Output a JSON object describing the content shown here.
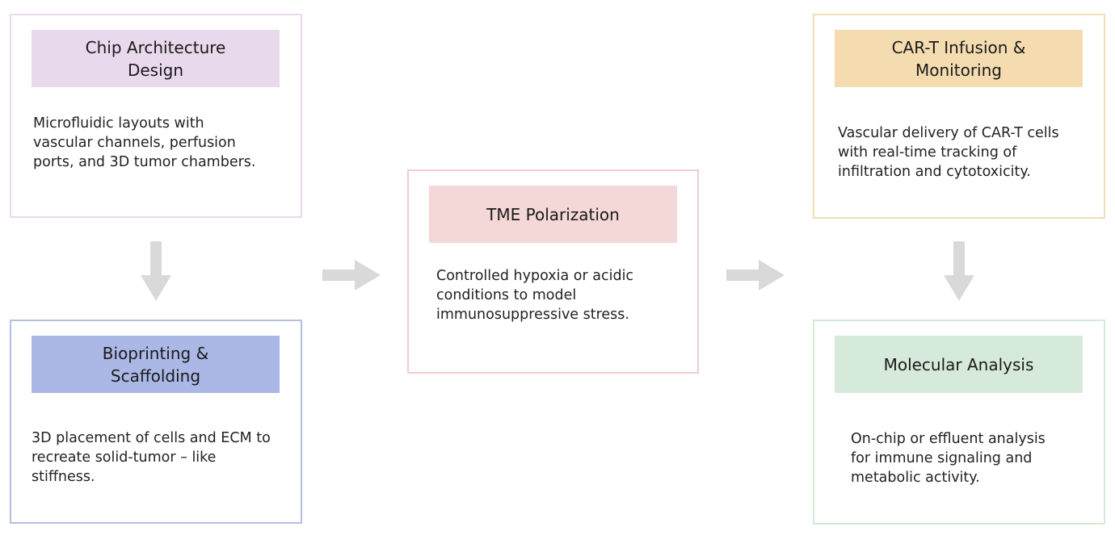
{
  "colors": {
    "chip_border": "#ecd9ee",
    "chip_title_bg": "#e9d9ec",
    "bio_border": "#b4bee0",
    "bio_title_bg": "#abb8e6",
    "tme_border": "#f2cccc",
    "tme_title_bg": "#f4d7d7",
    "cart_border": "#f1dfb3",
    "cart_title_bg": "#f4dcb0",
    "mol_border": "#d5ead6",
    "mol_title_bg": "#d6eadb",
    "arrow": "#d9d9d9"
  },
  "steps": {
    "chip": {
      "title": "Chip Architecture\nDesign",
      "description": "Microfluidic layouts with\nvascular channels, perfusion\nports, and 3D tumor chambers."
    },
    "bio": {
      "title": "Bioprinting &\nScaffolding",
      "description": "3D placement of cells and ECM to\nrecreate solid-tumor – like\nstiffness."
    },
    "tme": {
      "title": "TME Polarization",
      "description": "Controlled hypoxia or acidic\nconditions to model\nimmunosuppressive stress."
    },
    "cart": {
      "title": "CAR-T Infusion &\nMonitoring",
      "description": "Vascular delivery of CAR-T cells\nwith real-time tracking of\ninfiltration and cytotoxicity."
    },
    "mol": {
      "title": "Molecular Analysis",
      "description": "On-chip or effluent analysis\nfor immune signaling and\nmetabolic activity."
    }
  }
}
